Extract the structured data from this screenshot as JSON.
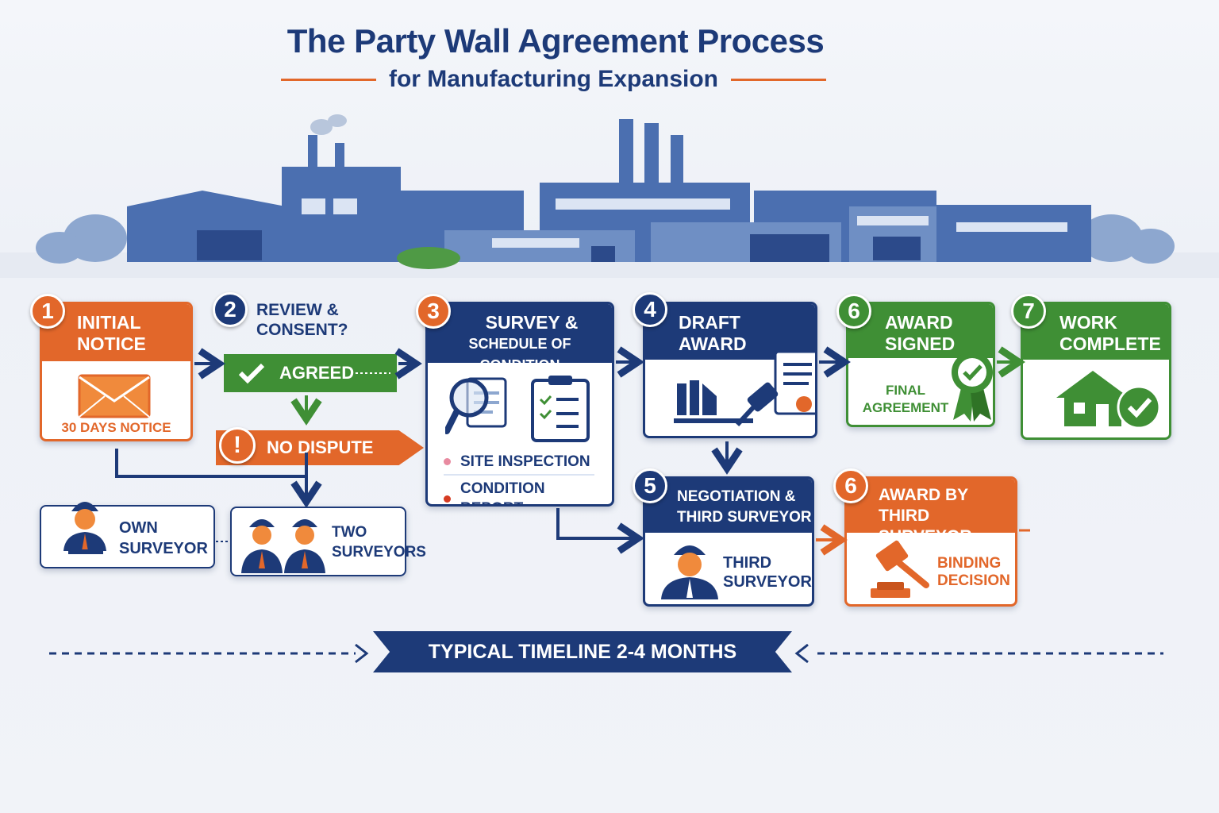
{
  "header": {
    "title": "The Party Wall Agreement Process",
    "subtitle": "for Manufacturing Expansion"
  },
  "steps": {
    "initial_notice": {
      "number": "1",
      "title_line1": "INITIAL",
      "title_line2": "NOTICE",
      "caption": "30 DAYS NOTICE",
      "icon": "envelope-icon"
    },
    "review": {
      "number": "2",
      "title_line1": "REVIEW &",
      "title_line2": "CONSENT?",
      "agreed": "AGREED",
      "no_dispute": "NO DISPUTE"
    },
    "own_surveyor": {
      "line1": "OWN",
      "line2": "SURVEYOR"
    },
    "two_surveyors": {
      "line1": "TWO",
      "line2": "SURVEYORS"
    },
    "survey": {
      "number": "3",
      "title_line1": "SURVEY &",
      "title_line2": "SCHEDULE OF CONDITION",
      "item1": "SITE INSPECTION",
      "item2": "CONDITION REPORT"
    },
    "draft_award": {
      "number": "4",
      "title_line1": "DRAFT",
      "title_line2": "AWARD"
    },
    "negotiation": {
      "number": "5",
      "title_line1": "NEGOTIATION &",
      "title_line2": "THIRD SURVEYOR",
      "body_line1": "THIRD",
      "body_line2": "SURVEYOR"
    },
    "award_signed": {
      "number": "6",
      "title_line1": "AWARD",
      "title_line2": "SIGNED",
      "body_line1": "FINAL",
      "body_line2": "AGREEMENT"
    },
    "award_third": {
      "number": "6",
      "title_line1": "AWARD BY",
      "title_line2": "THIRD SURVEYOR",
      "body_line1": "BINDING",
      "body_line2": "DECISION"
    },
    "work_complete": {
      "number": "7",
      "title_line1": "WORK",
      "title_line2": "COMPLETE"
    }
  },
  "timeline": {
    "label": "TYPICAL TIMELINE 2-4 MONTHS"
  },
  "colors": {
    "navy": "#1d3a78",
    "orange": "#e2672a",
    "green": "#3f8f35"
  }
}
